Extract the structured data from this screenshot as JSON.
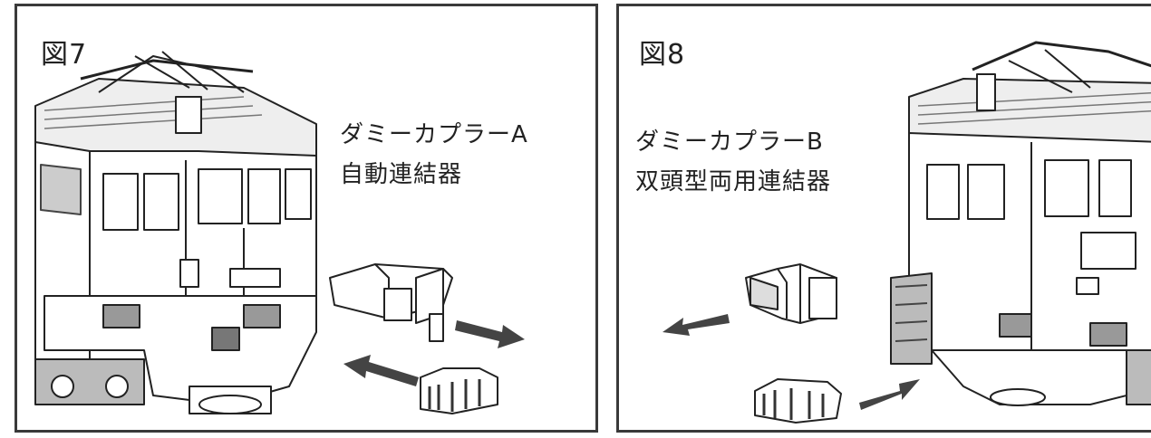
{
  "panels": [
    {
      "figure_label": "図7",
      "caption_line1": "ダミーカプラーA",
      "caption_line2": "自動連結器"
    },
    {
      "figure_label": "図8",
      "caption_line1": "ダミーカプラーB",
      "caption_line2": "双頭型両用連結器"
    }
  ],
  "colors": {
    "line": "#222222",
    "border": "#3a3a3a",
    "hatch": "#555555"
  }
}
